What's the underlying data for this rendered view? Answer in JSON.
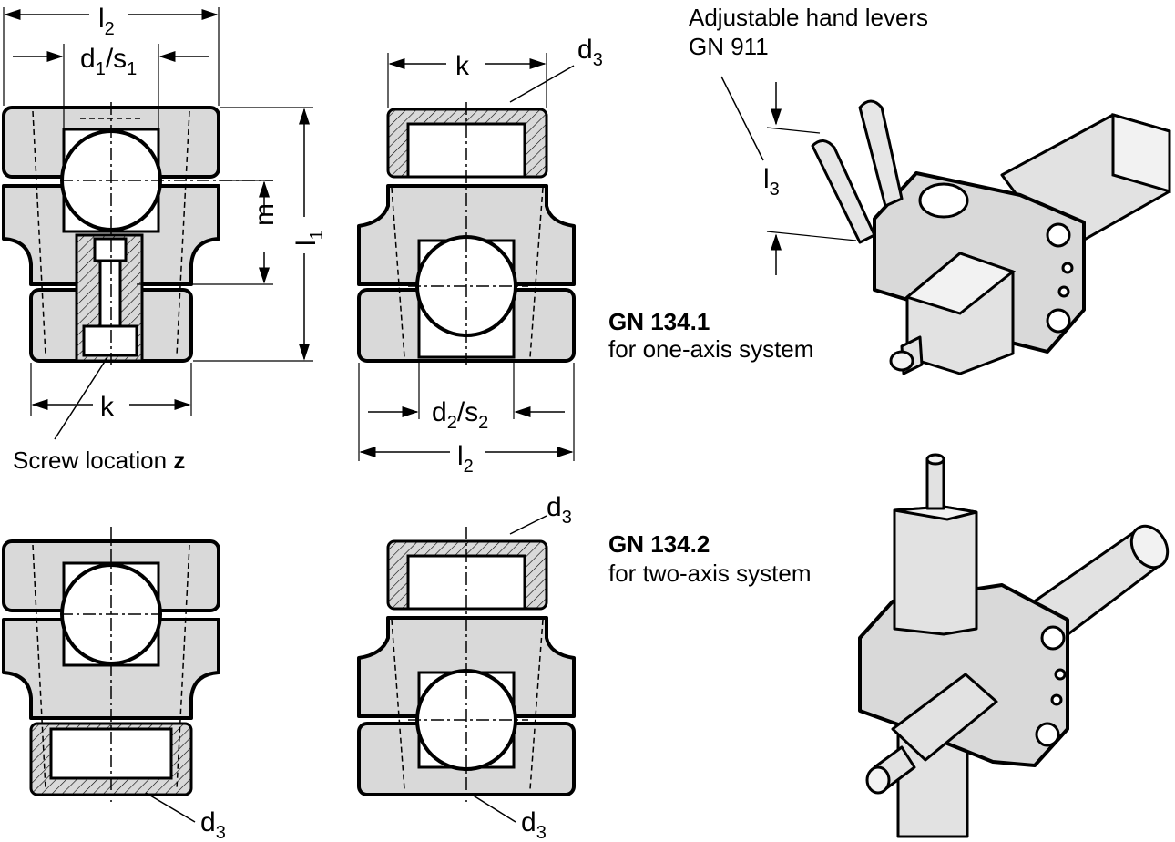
{
  "dimensions": {
    "l2": "l",
    "l2_sub": "2",
    "d1": "d",
    "d1_sub": "1",
    "s1": "/s",
    "s1_sub": "1",
    "k": "k",
    "m": "m",
    "l1": "l",
    "l1_sub": "1",
    "d2": "d",
    "d2_sub": "2",
    "s2": "/s",
    "s2_sub": "2",
    "d3": "d",
    "d3_sub": "3",
    "l3": "l",
    "l3_sub": "3"
  },
  "labels": {
    "screw_location": "Screw location ",
    "screw_location_z": "z",
    "hand_levers_line1": "Adjustable hand levers",
    "hand_levers_line2": "GN 911",
    "gn1341_title": "GN 134.1",
    "gn1341_desc": "for one-axis system",
    "gn1342_title": "GN 134.2",
    "gn1342_desc": "for two-axis system"
  }
}
